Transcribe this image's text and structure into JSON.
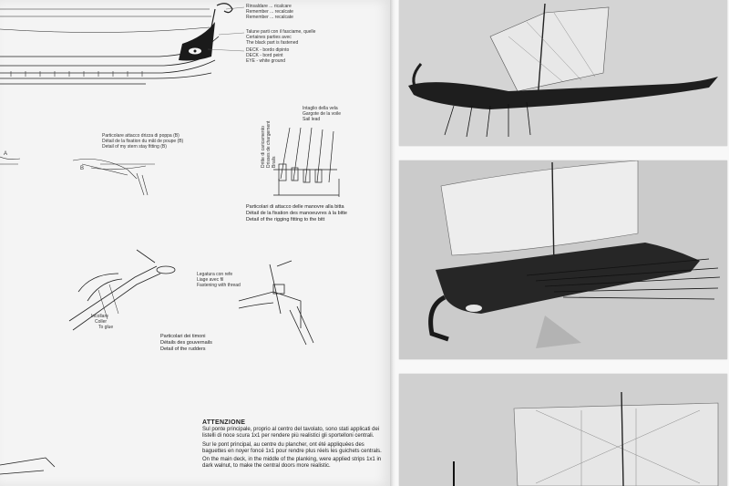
{
  "top_notes": [
    "Rinsaldare ... ricalcare",
    "Remember ... recalcate",
    "Remember ... recalcate"
  ],
  "stern_note": [
    "Talune parti con il fasciame, quelle",
    "Certaines parties avec",
    "The black part is fastened"
  ],
  "bow_note": [
    "DECK - bordo dipinto",
    "DECK - bord peint",
    "EYE - white ground"
  ],
  "stern_detail_caption": [
    "Particolare attacco drizza di poppa (B)",
    "Détail de la fixation du mât de poupe (B)",
    "Detail of my stern stay fitting (B)"
  ],
  "rigging_side_labels": [
    "Intaglio della vela",
    "Gargote de la voile",
    "Sail lead"
  ],
  "rigging_vertical": [
    "Dritte di caricamento",
    "Drisses de chargement",
    "Brails"
  ],
  "rigging_caption": [
    "Particolari di attacco delle manovre alla bitta",
    "Détail de la fixation des manoeuvres à la bitte",
    "Detail of the rigging fitting to the bitt"
  ],
  "lashing_caption": [
    "Legatura con refe",
    "Liage avec fil",
    "Fastening with thread"
  ],
  "rudder_caption": [
    "Particolari dei timoni",
    "Détails des gouvernails",
    "Detail of the rudders"
  ],
  "rudder_labels": [
    "Incollare",
    "Coller",
    "To glue"
  ],
  "attenzione": {
    "title": "ATTENZIONE",
    "it": "Sul ponte principale, proprio al centro del tavolato, sono stati applicati dei listelli di noce scura 1x1 per rendere più realistici gli sportelloni centrali.",
    "fr": "Sur le pont principal, au centre du plancher, ont été appliquées des baguettes en noyer foncé 1x1 pour rendre plus réels les guichets centrals.",
    "en": "On the main deck, in the middle of the planking, were applied strips 1x1 in dark walnut, to make the central doors more realistic."
  },
  "labels": {
    "a": "A",
    "b": "B"
  },
  "colors": {
    "paper": "#f4f4f4",
    "ink": "#222222",
    "photo_bg": "#cfcfcf"
  }
}
